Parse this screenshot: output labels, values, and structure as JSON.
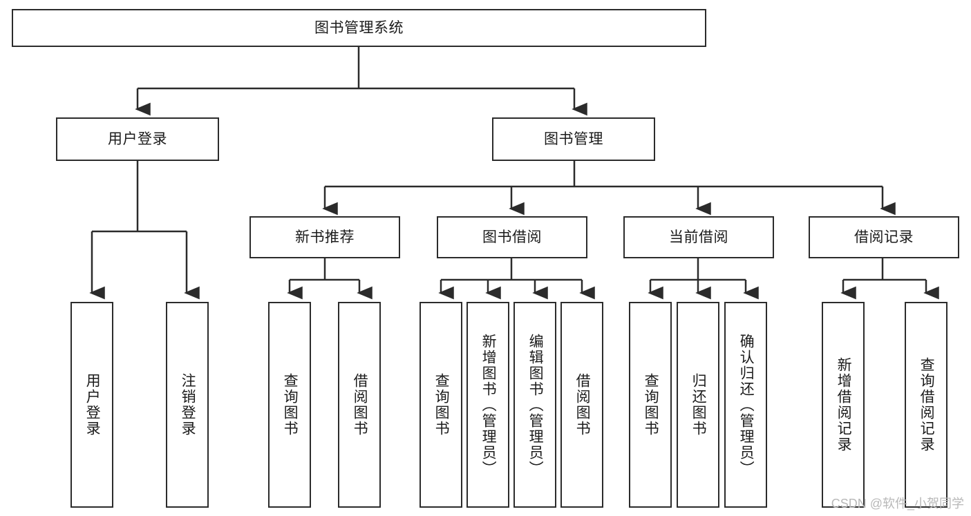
{
  "diagram": {
    "title": "图书管理系统",
    "type": "tree-hierarchy",
    "watermark": "CSDN @软件_小贺同学",
    "colors": {
      "stroke": "#2b2b2b",
      "fill": "#ffffff",
      "text": "#1b1b1b",
      "watermark": "#b8b8b8"
    }
  },
  "nodes": {
    "root": {
      "label": "图书管理系统"
    },
    "level2": [
      {
        "label": "用户登录"
      },
      {
        "label": "图书管理"
      }
    ],
    "level3": [
      {
        "label": "新书推荐"
      },
      {
        "label": "图书借阅"
      },
      {
        "label": "当前借阅"
      },
      {
        "label": "借阅记录"
      }
    ],
    "leaves": {
      "user_login": [
        {
          "label": "用户登录"
        },
        {
          "label": "注销登录"
        }
      ],
      "new_book_recommend": [
        {
          "label": "查询图书"
        },
        {
          "label": "借阅图书"
        }
      ],
      "book_borrow": [
        {
          "label": "查询图书"
        },
        {
          "label": "新增图书（管理员）"
        },
        {
          "label": "编辑图书（管理员）"
        },
        {
          "label": "借阅图书"
        }
      ],
      "current_borrow": [
        {
          "label": "查询图书"
        },
        {
          "label": "归还图书"
        },
        {
          "label": "确认归还（管理员）"
        }
      ],
      "borrow_record": [
        {
          "label": "新增借阅记录"
        },
        {
          "label": "查询借阅记录"
        }
      ]
    }
  }
}
